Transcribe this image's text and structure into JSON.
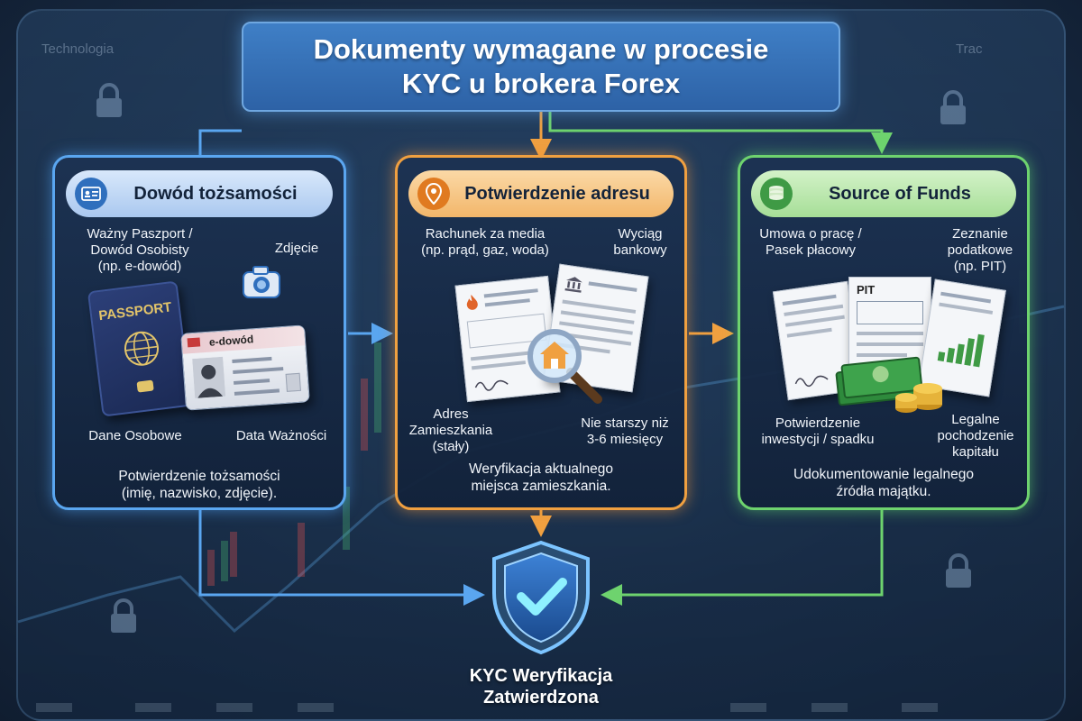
{
  "title": {
    "line1": "Dokumenty wymagane w procesie",
    "line2": "KYC u brokera Forex"
  },
  "background": {
    "tab_left": "Technologia",
    "tab_right": "Trac"
  },
  "identity": {
    "header": "Dowód tożsamości",
    "label_document_l1": "Ważny Paszport /",
    "label_document_l2": "Dowód Osobisty",
    "label_document_l3": "(np. e-dowód)",
    "label_photo": "Zdjęcie",
    "passport_text": "PASSPORT",
    "edowod_text": "e-dowód",
    "label_personal": "Dane Osobowe",
    "label_expiry": "Data Ważności",
    "caption_l1": "Potwierdzenie tożsamości",
    "caption_l2": "(imię, nazwisko, zdjęcie)."
  },
  "address": {
    "header": "Potwierdzenie adresu",
    "label_bill_l1": "Rachunek za media",
    "label_bill_l2": "(np. prąd, gaz, woda)",
    "label_bank_l1": "Wyciąg",
    "label_bank_l2": "bankowy",
    "label_residence_l1": "Adres",
    "label_residence_l2": "Zamieszkania",
    "label_residence_l3": "(stały)",
    "label_age_l1": "Nie starszy niż",
    "label_age_l2": "3-6 miesięcy",
    "caption_l1": "Weryfikacja aktualnego",
    "caption_l2": "miejsca zamieszkania."
  },
  "funds": {
    "header": "Source of Funds",
    "label_contract_l1": "Umowa o pracę /",
    "label_contract_l2": "Pasek płacowy",
    "label_tax_l1": "Zeznanie",
    "label_tax_l2": "podatkowe",
    "label_tax_l3": "(np. PIT)",
    "pit_text": "PIT",
    "label_investment_l1": "Potwierdzenie",
    "label_investment_l2": "inwestycji / spadku",
    "label_legal_l1": "Legalne",
    "label_legal_l2": "pochodzenie",
    "label_legal_l3": "kapitału",
    "caption_l1": "Udokumentowanie legalnego",
    "caption_l2": "źródła majątku."
  },
  "result": {
    "line1": "KYC Weryfikacja",
    "line2": "Zatwierdzona"
  },
  "colors": {
    "blue": "#5aa6f0",
    "orange": "#f0a040",
    "green": "#6ed36e"
  }
}
